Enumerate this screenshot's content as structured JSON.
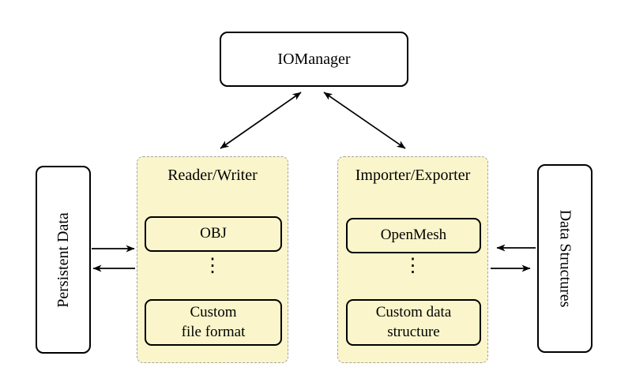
{
  "nodes": {
    "iomanager": "IOManager",
    "persistent_data": "Persistent Data",
    "data_structures": "Data Structures"
  },
  "containers": {
    "reader_writer": {
      "title": "Reader/Writer",
      "items": [
        "OBJ",
        "Custom\nfile format"
      ],
      "ellipsis": "⋮"
    },
    "importer_exporter": {
      "title": "Importer/Exporter",
      "items": [
        "OpenMesh",
        "Custom data\nstructure"
      ],
      "ellipsis": "⋮"
    }
  },
  "colors": {
    "group_fill": "#fbf5cb",
    "group_border": "#a3a3a3",
    "node_border": "#000000",
    "node_fill": "#ffffff",
    "arrow": "#000000"
  }
}
